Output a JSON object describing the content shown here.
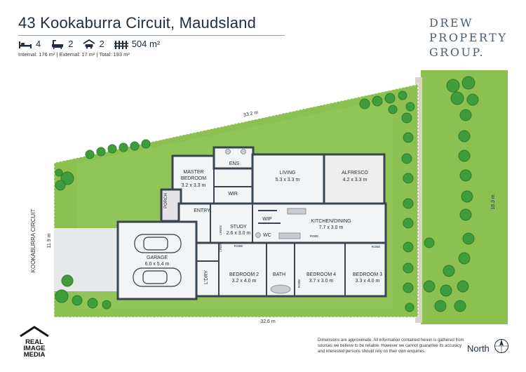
{
  "listing": {
    "address": "43 Kookaburra Circuit, Maudsland",
    "bedrooms": "4",
    "bathrooms": "2",
    "garages": "2",
    "land_area": "504 m²",
    "areas": "Internal: 176 m²  |  External: 17 m²  |  Total: 193 m²"
  },
  "brand": {
    "line1": "DREW",
    "line2": "PROPERTY",
    "line3": "GROUP."
  },
  "plan": {
    "street": "KOOKABURRA CIRCUIT",
    "dims": {
      "top": "33.2 m",
      "right": "18.3 m",
      "bottom": "32.6 m",
      "left": "11.9 m"
    },
    "rooms": {
      "master_name": "MASTER",
      "master_name2": "BEDROOM",
      "master_dim": "3.2 x 3.3 m",
      "ens": "ENS",
      "wir": "WIR",
      "living_name": "LIVING",
      "living_dim": "5.3 x 3.3 m",
      "alfresco_name": "ALFRESCO",
      "alfresco_dim": "4.2 x 3.3 m",
      "porch": "PORCH",
      "entry": "ENTRY",
      "study_name": "STUDY",
      "study_dim": "2.6 x 3.0 m",
      "linen1": "LINEN",
      "linen2": "LINEN",
      "wip": "WIP",
      "wc": "WC",
      "kitchen_name": "KITCHEN/DINING",
      "kitchen_dim": "7.7 x 3.0 m",
      "robe_k": "ROBE",
      "robe_b2": "ROBE",
      "robe_b3": "ROBE",
      "robe_b4": "ROBE",
      "garage_name": "GARAGE",
      "garage_dim": "6.0 x 5.4 m",
      "ldry": "L'DRY",
      "bed2_name": "BEDROOM 2",
      "bed2_dim": "3.2 x 4.0 m",
      "bath": "BATH",
      "bed4_name": "BEDROOM 4",
      "bed4_dim": "3.7 x 3.0 m",
      "bed3_name": "BEDROOM 3",
      "bed3_dim": "3.3 x 4.0 m"
    }
  },
  "photographer": {
    "line1": "REAL",
    "line2": "IMAGE",
    "line3": "MEDIA"
  },
  "disclaimer": "Dimensions are approximate.  All information contained herein is gathered from sources we believe to be reliable.  However we cannot guarantee its accuracy and interested persons should rely on their own enquiries.",
  "north_label": "North",
  "colors": {
    "lawn": "#8cc152",
    "lawn_light": "#a8d26a",
    "tree": "#3f9c3a",
    "wall": "#3a4552",
    "floor": "#f3f4f5",
    "text": "#1f2d3d",
    "brand": "#4b5e6e"
  }
}
